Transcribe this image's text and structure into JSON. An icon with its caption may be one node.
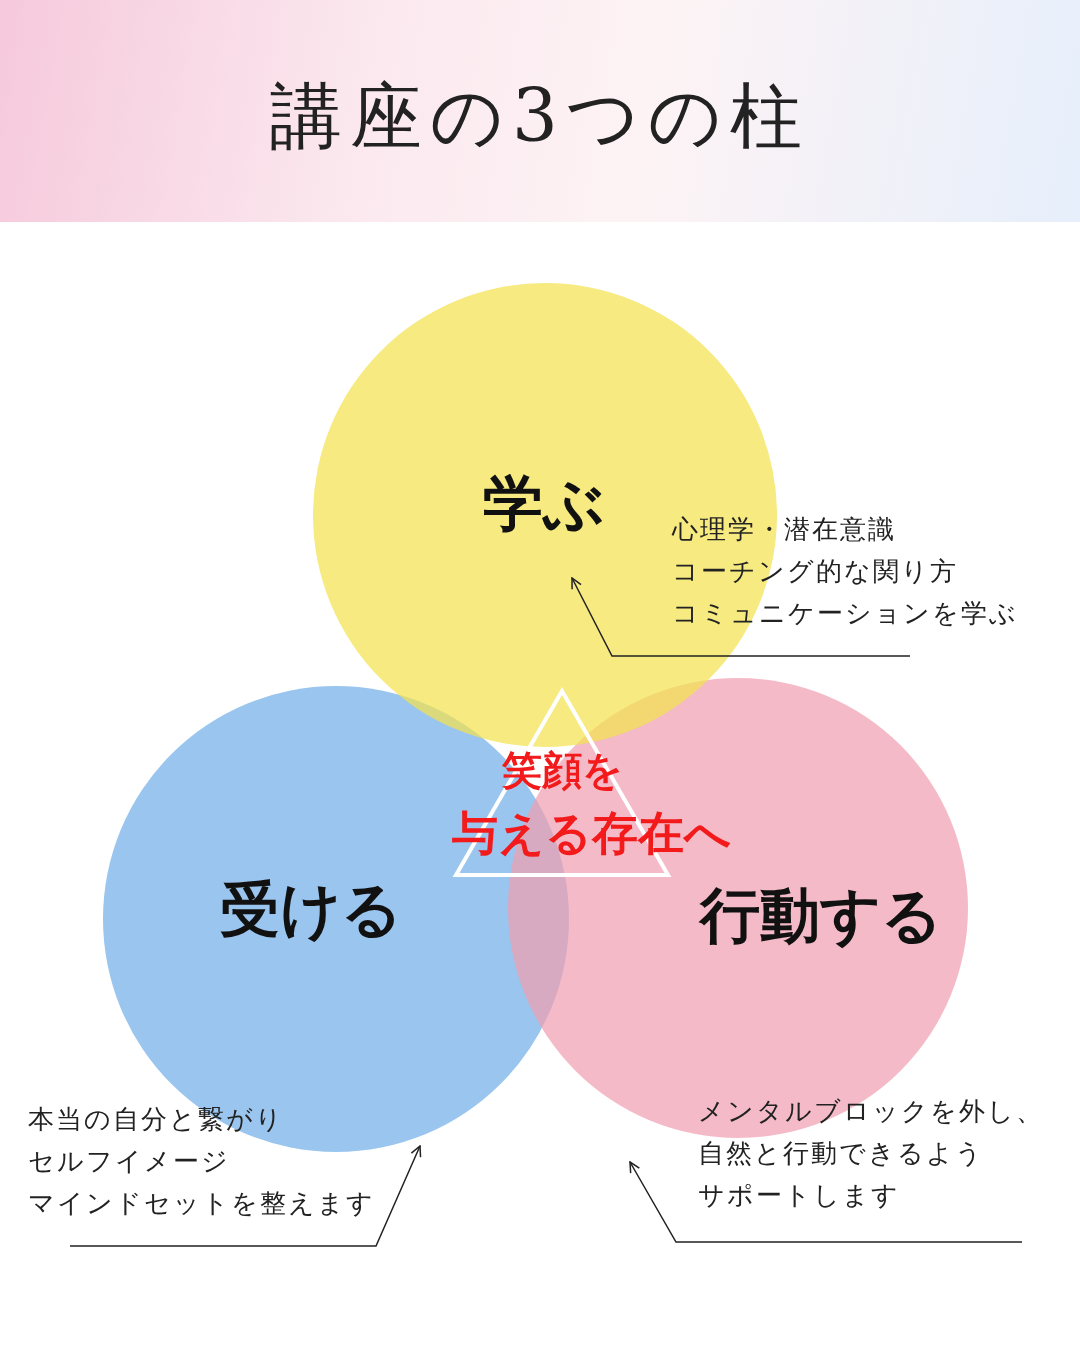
{
  "diagram": {
    "title": "講座の3つの柱",
    "nodes": [
      {
        "text": [
          "学ぶ"
        ]
      },
      {
        "text": [
          "受ける"
        ]
      },
      {
        "text": [
          "行動する"
        ]
      },
      {
        "text": [
          "笑顔を",
          "与える存在へ"
        ]
      },
      {
        "text": [
          "心理学・潜在意識",
          "コーチング的な関り方",
          "コミュニケーションを学ぶ"
        ]
      },
      {
        "text": [
          "本当の自分と繋がり",
          "セルフイメージ",
          "マインドセットを整えます"
        ]
      },
      {
        "text": [
          "メンタルブロックを外し、",
          "自然と行動できるよう",
          "サポートします"
        ]
      }
    ],
    "edges": [
      {
        "from": 4,
        "to": 0,
        "arrow": "to"
      },
      {
        "from": 5,
        "to": 1,
        "arrow": "to"
      },
      {
        "from": 6,
        "to": 2,
        "arrow": "to"
      }
    ]
  }
}
